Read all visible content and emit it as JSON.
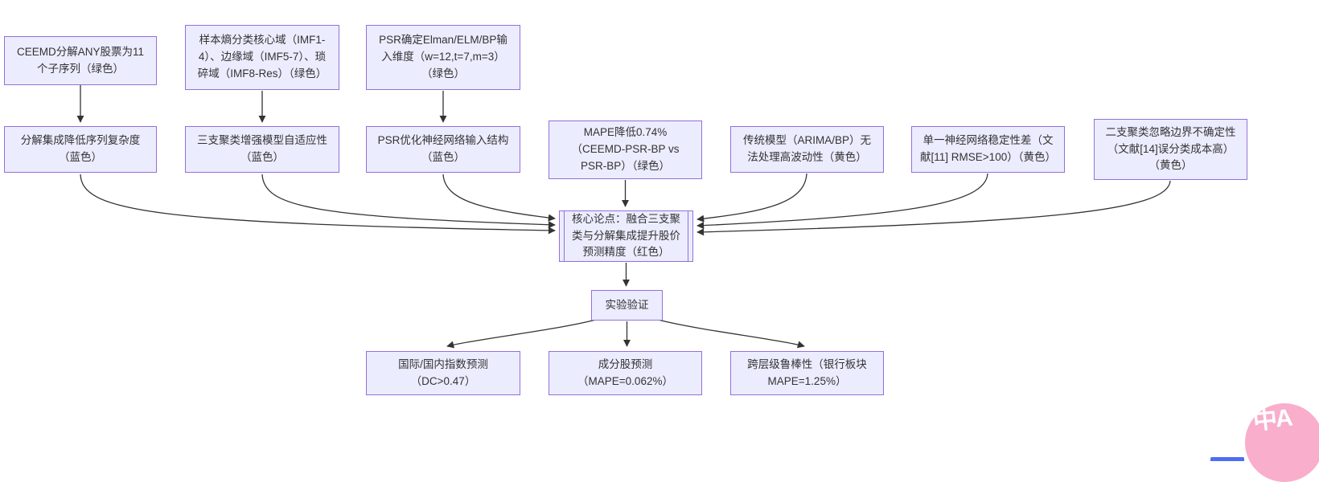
{
  "diagram": {
    "type": "flowchart",
    "nodes": {
      "a1": {
        "label": "CEEMD分解ANY股票为11个子序列（绿色）"
      },
      "a2": {
        "label": "样本熵分类核心域（IMF1-4）、边缘域（IMF5-7）、琐碎域（IMF8-Res）（绿色）"
      },
      "a3": {
        "label": "PSR确定Elman/ELM/BP输入维度（w=12,t=7,m=3）（绿色）"
      },
      "b1": {
        "label": "分解集成降低序列复杂度（蓝色）"
      },
      "b2": {
        "label": "三支聚类增强模型自适应性（蓝色）"
      },
      "b3": {
        "label": "PSR优化神经网络输入结构（蓝色）"
      },
      "b4": {
        "label": "MAPE降低0.74%（CEEMD-PSR-BP vs PSR-BP）（绿色）"
      },
      "b5": {
        "label": "传统模型（ARIMA/BP）无法处理高波动性（黄色）"
      },
      "b6": {
        "label": "单一神经网络稳定性差（文献[11] RMSE>100）（黄色）"
      },
      "b7": {
        "label": "二支聚类忽略边界不确定性（文献[14]误分类成本高）（黄色）"
      },
      "c": {
        "label": "核心论点：融合三支聚类与分解集成提升股价预测精度（红色）"
      },
      "d": {
        "label": "实验验证"
      },
      "e1": {
        "label": "国际/国内指数预测（DC>0.47）"
      },
      "e2": {
        "label": "成分股预测（MAPE=0.062%）"
      },
      "e3": {
        "label": "跨层级鲁棒性（银行板块MAPE=1.25%）"
      }
    },
    "edges": [
      [
        "a1",
        "b1"
      ],
      [
        "a2",
        "b2"
      ],
      [
        "a3",
        "b3"
      ],
      [
        "b1",
        "c"
      ],
      [
        "b2",
        "c"
      ],
      [
        "b3",
        "c"
      ],
      [
        "b4",
        "c"
      ],
      [
        "b5",
        "c"
      ],
      [
        "b6",
        "c"
      ],
      [
        "b7",
        "c"
      ],
      [
        "c",
        "d"
      ],
      [
        "d",
        "e1"
      ],
      [
        "d",
        "e2"
      ],
      [
        "d",
        "e3"
      ]
    ],
    "colors": {
      "node_fill": "#ECECFF",
      "node_border": "#9370DB",
      "arrow": "#333333",
      "background": "#ffffff"
    }
  },
  "watermark": {
    "text": "中A",
    "color": "#f9aecb"
  }
}
